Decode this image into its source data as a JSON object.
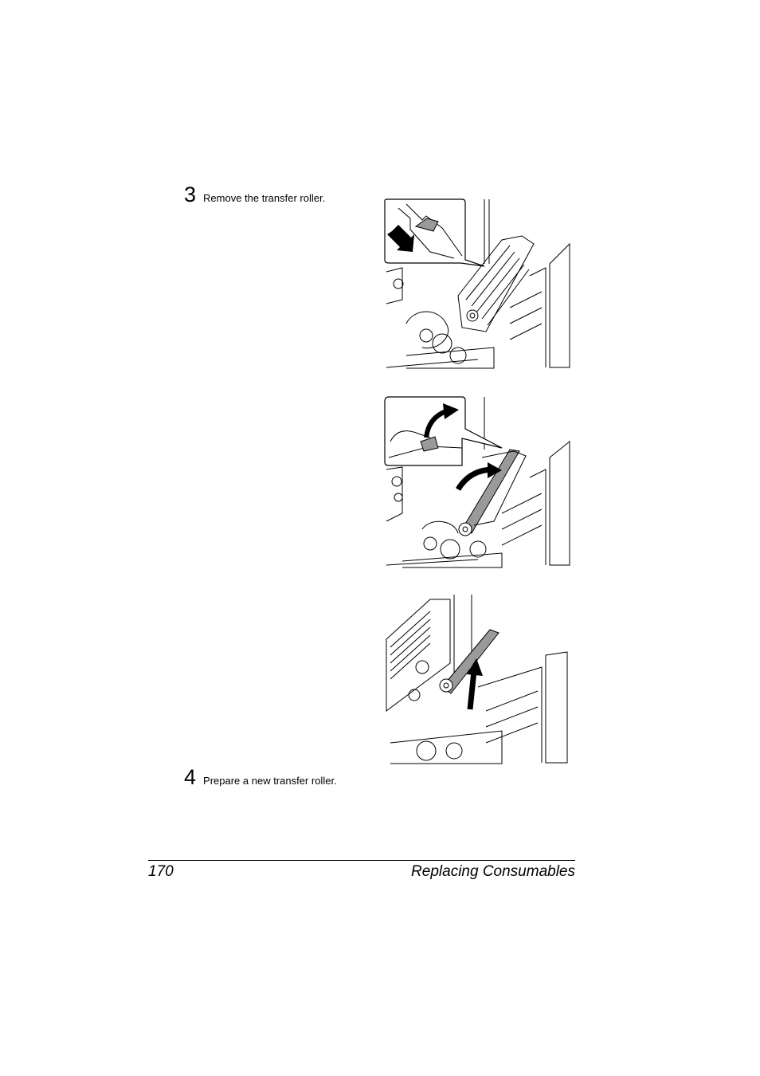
{
  "steps": [
    {
      "number": "3",
      "text": "Remove the transfer roller."
    },
    {
      "number": "4",
      "text": "Prepare a new transfer roller."
    }
  ],
  "figures": [
    {
      "icon": "printer-open-latch-press-illustration"
    },
    {
      "icon": "printer-lift-roller-lever-illustration"
    },
    {
      "icon": "printer-remove-roller-illustration"
    }
  ],
  "footer": {
    "page_number": "170",
    "section_title": "Replacing Consumables"
  }
}
